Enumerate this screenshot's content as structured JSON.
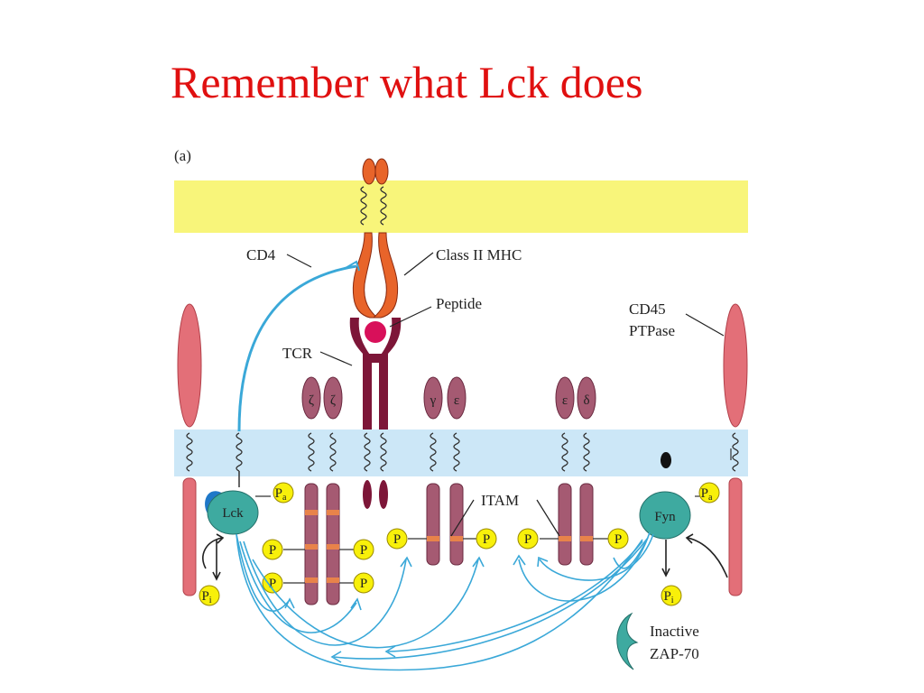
{
  "title": "Remember what Lck does",
  "panel_label": "(a)",
  "labels": {
    "cd4": "CD4",
    "class2mhc": "Class II MHC",
    "peptide": "Peptide",
    "tcr": "TCR",
    "cd45": "CD45",
    "ptpase": "PTPase",
    "itam": "ITAM",
    "inactive": "Inactive",
    "zap70": "ZAP-70",
    "lck": "Lck",
    "fyn": "Fyn",
    "zeta1": "ζ",
    "zeta2": "ζ",
    "gamma": "γ",
    "epsilon1": "ε",
    "epsilon2": "ε",
    "delta": "δ",
    "p": "P",
    "pa_main": "P",
    "pa_sub": "a",
    "pi_main": "P",
    "pi_sub": "i"
  },
  "colors": {
    "title": "#e01010",
    "upper_membrane": "#f8f57a",
    "lower_membrane": "#cce7f7",
    "cd45": "#e36f78",
    "mhc": "#e8642a",
    "peptide": "#d8105a",
    "tcr": "#7d1638",
    "chain": "#a55a72",
    "itam_band": "#e8834a",
    "kinase": "#3eaaa0",
    "phosphate": "#f8f00a",
    "arrow": "#3aa8d8"
  }
}
